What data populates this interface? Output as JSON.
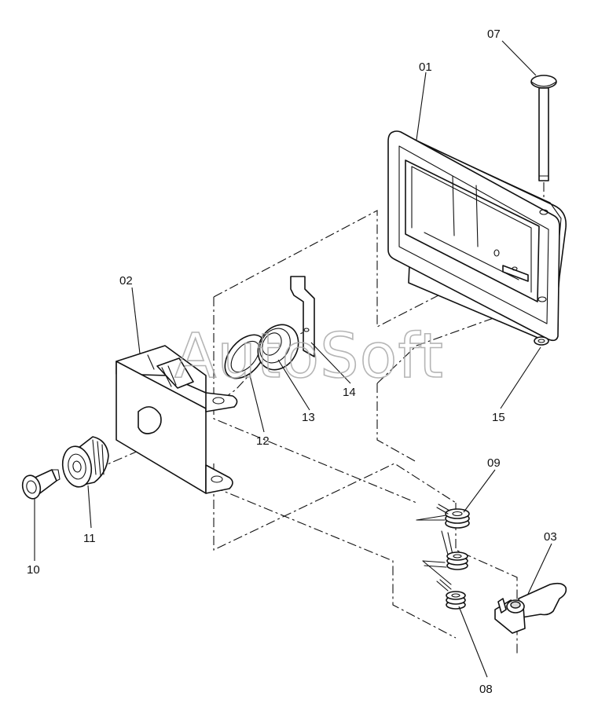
{
  "watermark": "AutoSoft",
  "labels": {
    "p01": "01",
    "p02": "02",
    "p03": "03",
    "p07": "07",
    "p08": "08",
    "p09": "09",
    "p10": "10",
    "p11": "11",
    "p12": "12",
    "p13": "13",
    "p14": "14",
    "p15": "15"
  }
}
